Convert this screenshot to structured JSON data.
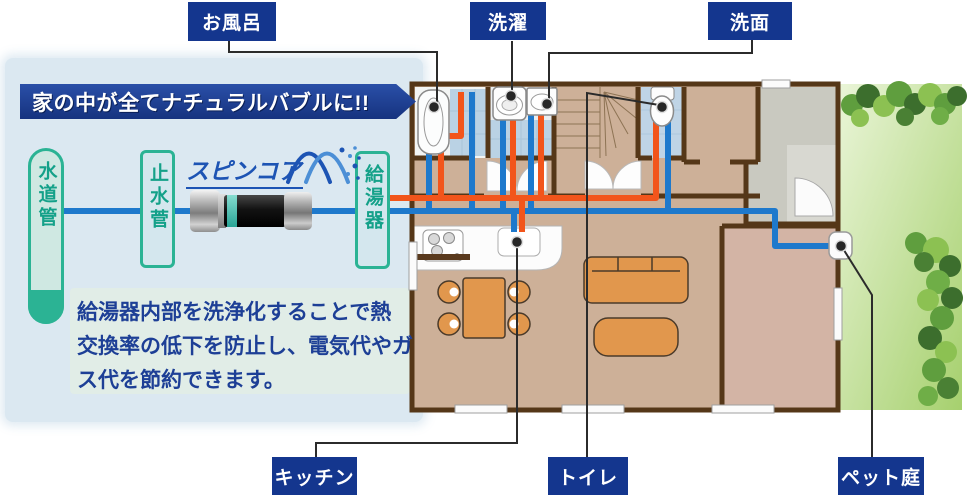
{
  "banner": {
    "title": "家の中が全てナチュラルバブルに!!"
  },
  "labels": {
    "bath": "お風呂",
    "laundry": "洗濯",
    "washstand": "洗面",
    "kitchen": "キッチン",
    "toilet": "トイレ",
    "pet_garden": "ペット庭"
  },
  "equipment": {
    "water_pipe": "水道管",
    "stop_valve": "止水菅",
    "water_heater": "給湯器"
  },
  "product": {
    "brand": "スピンコア"
  },
  "description": {
    "line1": "給湯器内部を洗浄化することで熱",
    "line2": "交換率の低下を防止し、電気代やガ",
    "line3": "ス代を節約できます。"
  },
  "colors": {
    "label_bg": "#14368e",
    "banner_bg": "#16337f",
    "teal_accent": "#2bb394",
    "cold_pipe": "#1e79cc",
    "hot_pipe": "#f2551b",
    "wall": "#553718",
    "floor": "#cdb098",
    "garden_green": "#a6d06e"
  }
}
